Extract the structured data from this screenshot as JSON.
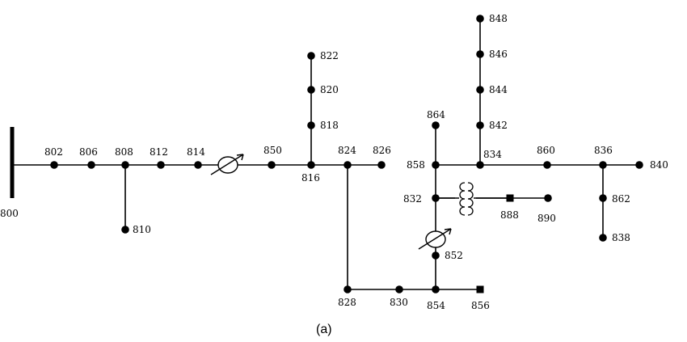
{
  "caption": "(a)",
  "source_bus": "800",
  "nodes": [
    {
      "id": "802"
    },
    {
      "id": "806"
    },
    {
      "id": "808"
    },
    {
      "id": "810"
    },
    {
      "id": "812"
    },
    {
      "id": "814"
    },
    {
      "id": "850"
    },
    {
      "id": "816"
    },
    {
      "id": "818"
    },
    {
      "id": "820"
    },
    {
      "id": "822"
    },
    {
      "id": "824"
    },
    {
      "id": "826"
    },
    {
      "id": "828"
    },
    {
      "id": "830"
    },
    {
      "id": "854"
    },
    {
      "id": "856"
    },
    {
      "id": "852"
    },
    {
      "id": "832"
    },
    {
      "id": "888"
    },
    {
      "id": "890"
    },
    {
      "id": "858"
    },
    {
      "id": "864"
    },
    {
      "id": "834"
    },
    {
      "id": "842"
    },
    {
      "id": "844"
    },
    {
      "id": "846"
    },
    {
      "id": "848"
    },
    {
      "id": "860"
    },
    {
      "id": "836"
    },
    {
      "id": "840"
    },
    {
      "id": "862"
    },
    {
      "id": "838"
    }
  ],
  "edges": [
    [
      "800",
      "802"
    ],
    [
      "802",
      "806"
    ],
    [
      "806",
      "808"
    ],
    [
      "808",
      "810"
    ],
    [
      "808",
      "812"
    ],
    [
      "812",
      "814"
    ],
    [
      "814",
      "850"
    ],
    [
      "850",
      "816"
    ],
    [
      "816",
      "818"
    ],
    [
      "818",
      "820"
    ],
    [
      "820",
      "822"
    ],
    [
      "816",
      "824"
    ],
    [
      "824",
      "826"
    ],
    [
      "824",
      "828"
    ],
    [
      "828",
      "830"
    ],
    [
      "830",
      "854"
    ],
    [
      "854",
      "856"
    ],
    [
      "854",
      "852"
    ],
    [
      "852",
      "832"
    ],
    [
      "832",
      "888"
    ],
    [
      "888",
      "890"
    ],
    [
      "832",
      "858"
    ],
    [
      "858",
      "864"
    ],
    [
      "858",
      "834"
    ],
    [
      "834",
      "842"
    ],
    [
      "842",
      "844"
    ],
    [
      "844",
      "846"
    ],
    [
      "846",
      "848"
    ],
    [
      "834",
      "860"
    ],
    [
      "860",
      "836"
    ],
    [
      "836",
      "840"
    ],
    [
      "836",
      "862"
    ],
    [
      "862",
      "838"
    ]
  ],
  "regulators": [
    {
      "between": [
        "814",
        "850"
      ]
    },
    {
      "between": [
        "852",
        "832"
      ]
    }
  ],
  "transformer": {
    "between": [
      "832",
      "888"
    ]
  }
}
